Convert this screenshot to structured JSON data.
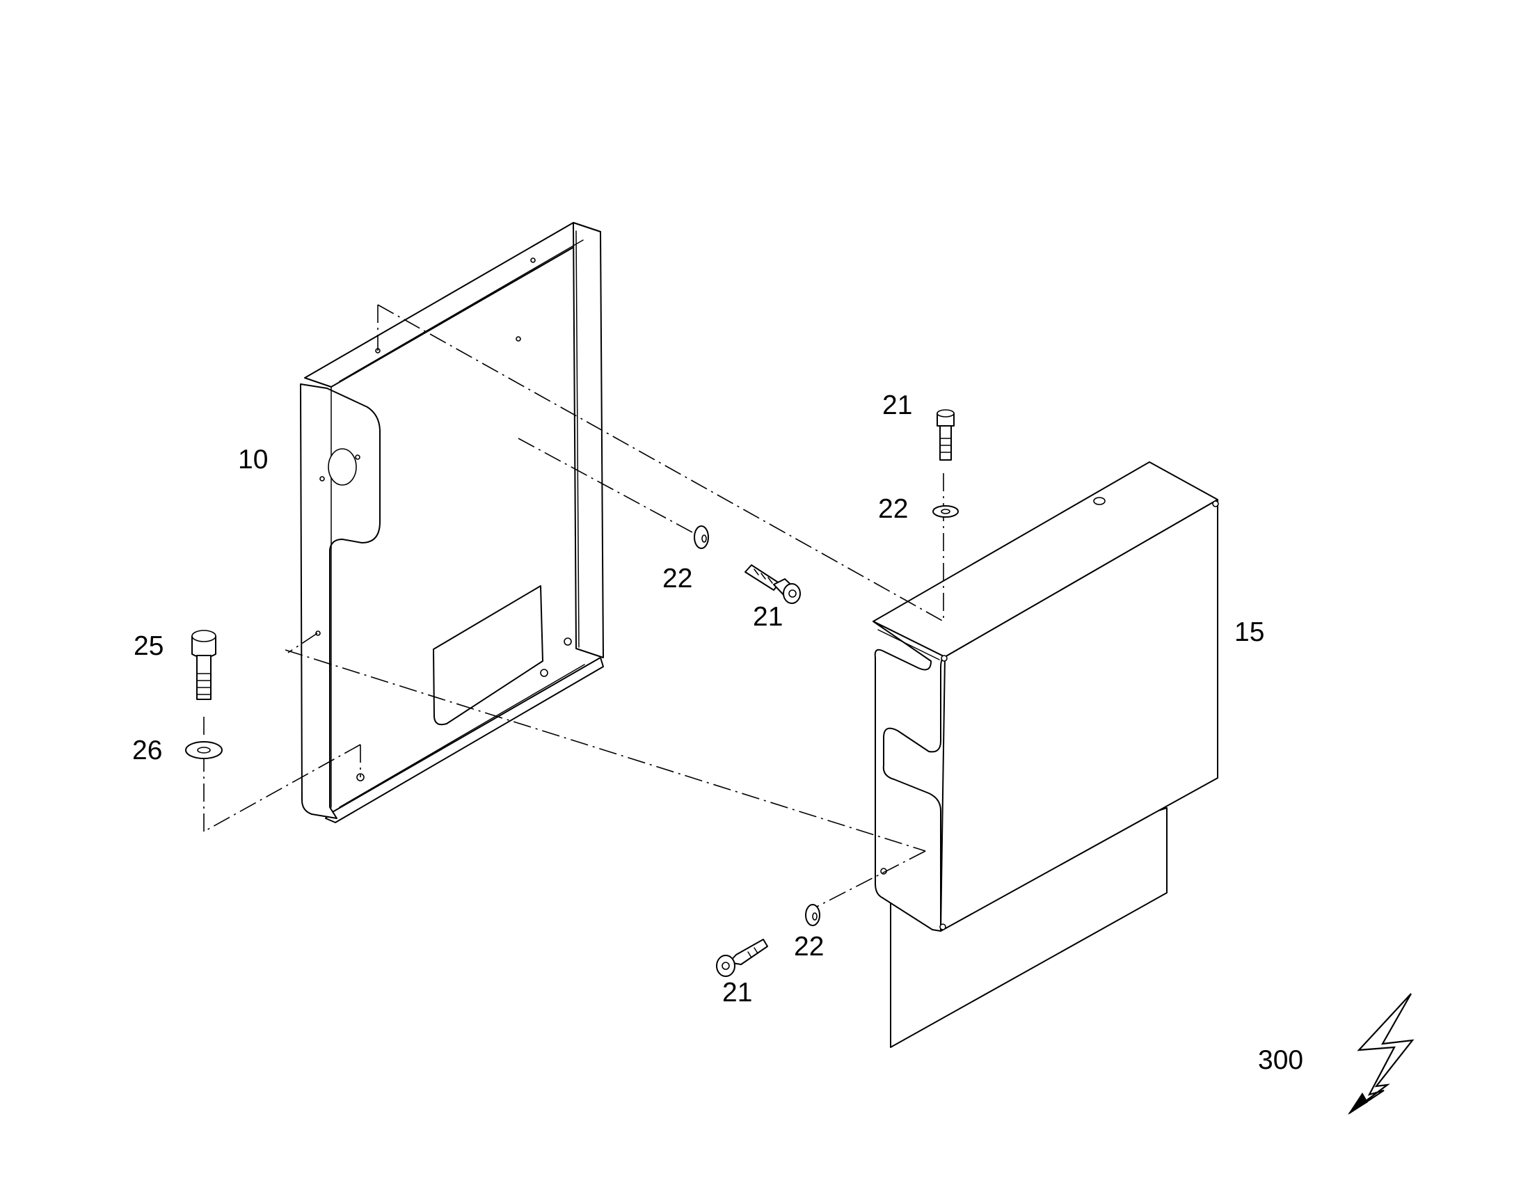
{
  "callouts": {
    "enclosure_frame": "10",
    "cover": "15",
    "screw_top": "21",
    "washer_top": "22",
    "washer_middle": "22",
    "screw_middle": "21",
    "washer_bottom": "22",
    "screw_bottom": "21",
    "bolt_left": "25",
    "washer_left": "26",
    "figure_number": "300"
  },
  "symbols": {
    "electrical": "lightning-bolt-icon"
  }
}
